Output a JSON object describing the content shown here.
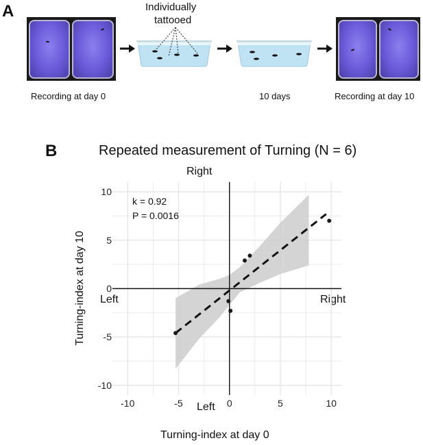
{
  "panelA": {
    "letter": "A",
    "tattoo_label_line1": "Individually",
    "tattoo_label_line2": "tattooed",
    "caption_day0": "Recording at day 0",
    "caption_days": "10 days",
    "caption_day10": "Recording at day 10"
  },
  "panelB": {
    "letter": "B"
  },
  "chart_data": {
    "type": "scatter",
    "title": "Repeated measurement of Turning (N = 6)",
    "xlabel": "Turning-index at day 0",
    "ylabel": "Turning-index at day 10",
    "xlim": [
      -11.5,
      11
    ],
    "ylim": [
      -11,
      11
    ],
    "xticks": [
      -10,
      -5,
      0,
      5,
      10
    ],
    "yticks": [
      -10,
      -5,
      0,
      5,
      10
    ],
    "grid": true,
    "quadrant_labels": {
      "top": "Right",
      "bottom": "Left",
      "left": "Left",
      "right": "Right"
    },
    "annotation_lines": [
      "k = 0.92",
      "P = 0.0016"
    ],
    "points": [
      {
        "x": -5.3,
        "y": -4.6
      },
      {
        "x": -0.1,
        "y": -1.3
      },
      {
        "x": 0.1,
        "y": -2.3
      },
      {
        "x": 1.5,
        "y": 2.9
      },
      {
        "x": 2.0,
        "y": 3.4
      },
      {
        "x": 9.8,
        "y": 7.0
      }
    ],
    "regression": {
      "x": [
        -5.3,
        9.5
      ],
      "y": [
        -4.6,
        7.7
      ]
    },
    "confidence_band": {
      "x": [
        -5.3,
        -3,
        -1,
        0,
        1,
        3,
        5,
        7.8
      ],
      "upper": [
        -1.0,
        0.4,
        1.0,
        1.4,
        2.2,
        4.4,
        6.8,
        9.7
      ],
      "lower": [
        -8.3,
        -5.2,
        -3.0,
        -1.7,
        -0.4,
        0.6,
        1.5,
        2.4
      ]
    },
    "colors": {
      "point": "#1a1a1a",
      "band": "#cfcfcf",
      "grid": "#e6e6e6",
      "line": "#111111"
    }
  }
}
